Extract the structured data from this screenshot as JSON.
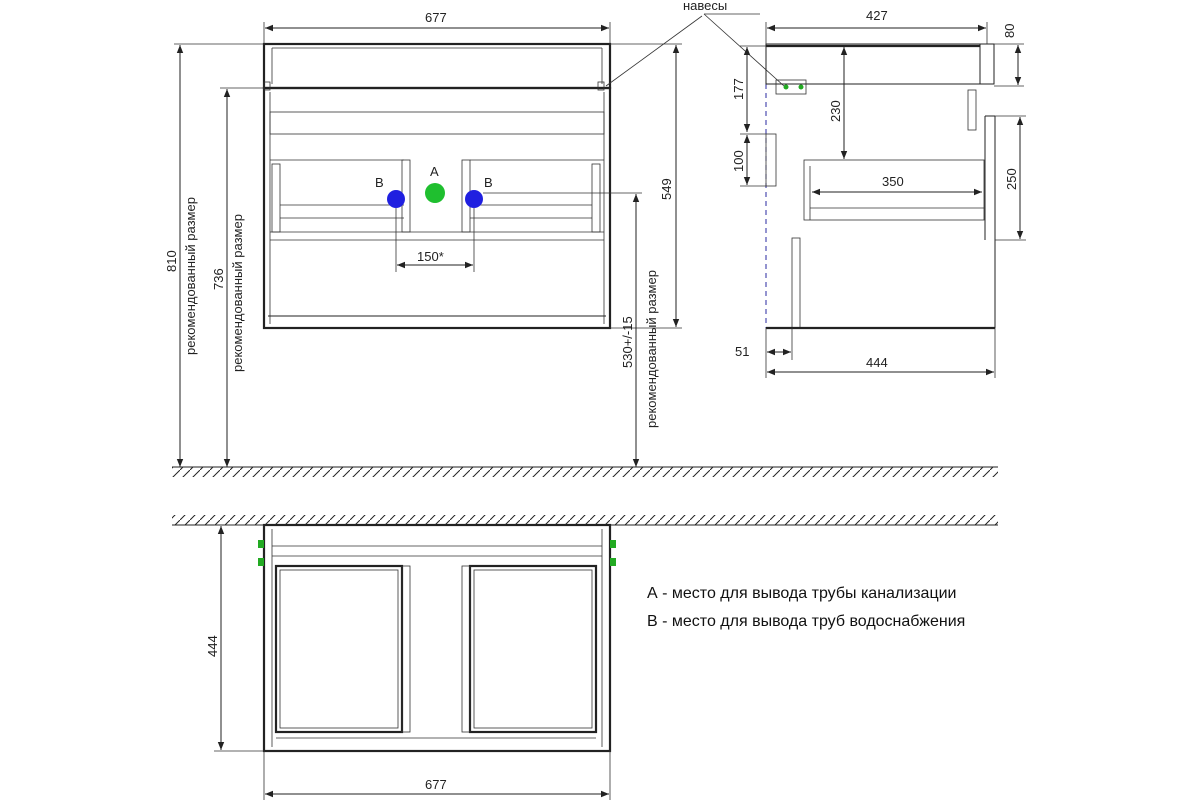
{
  "labels": {
    "hangers": "навесы",
    "recommended_size": "рекомендованный размер",
    "point_a": "A",
    "point_b": "B"
  },
  "front_view": {
    "width": "677",
    "height_total": "810",
    "height_recommended": "736",
    "height_body": "549",
    "pipe_height": "530+/-15",
    "pipe_spacing": "150*"
  },
  "side_view": {
    "depth_top": "427",
    "top_height": "80",
    "hanger_offset": "177",
    "drawer_offset": "230",
    "handle_height": "100",
    "drawer_depth": "350",
    "drawer_height": "250",
    "wall_offset": "51",
    "depth_bottom": "444"
  },
  "top_view": {
    "depth": "444",
    "width": "677"
  },
  "legend": {
    "a": "А - место для вывода трубы канализации",
    "b": "В - место для вывода труб водоснабжения"
  },
  "colors": {
    "point_a": "#1fbf2f",
    "point_b": "#2020e0",
    "hanger_marks": "#22aa22"
  }
}
